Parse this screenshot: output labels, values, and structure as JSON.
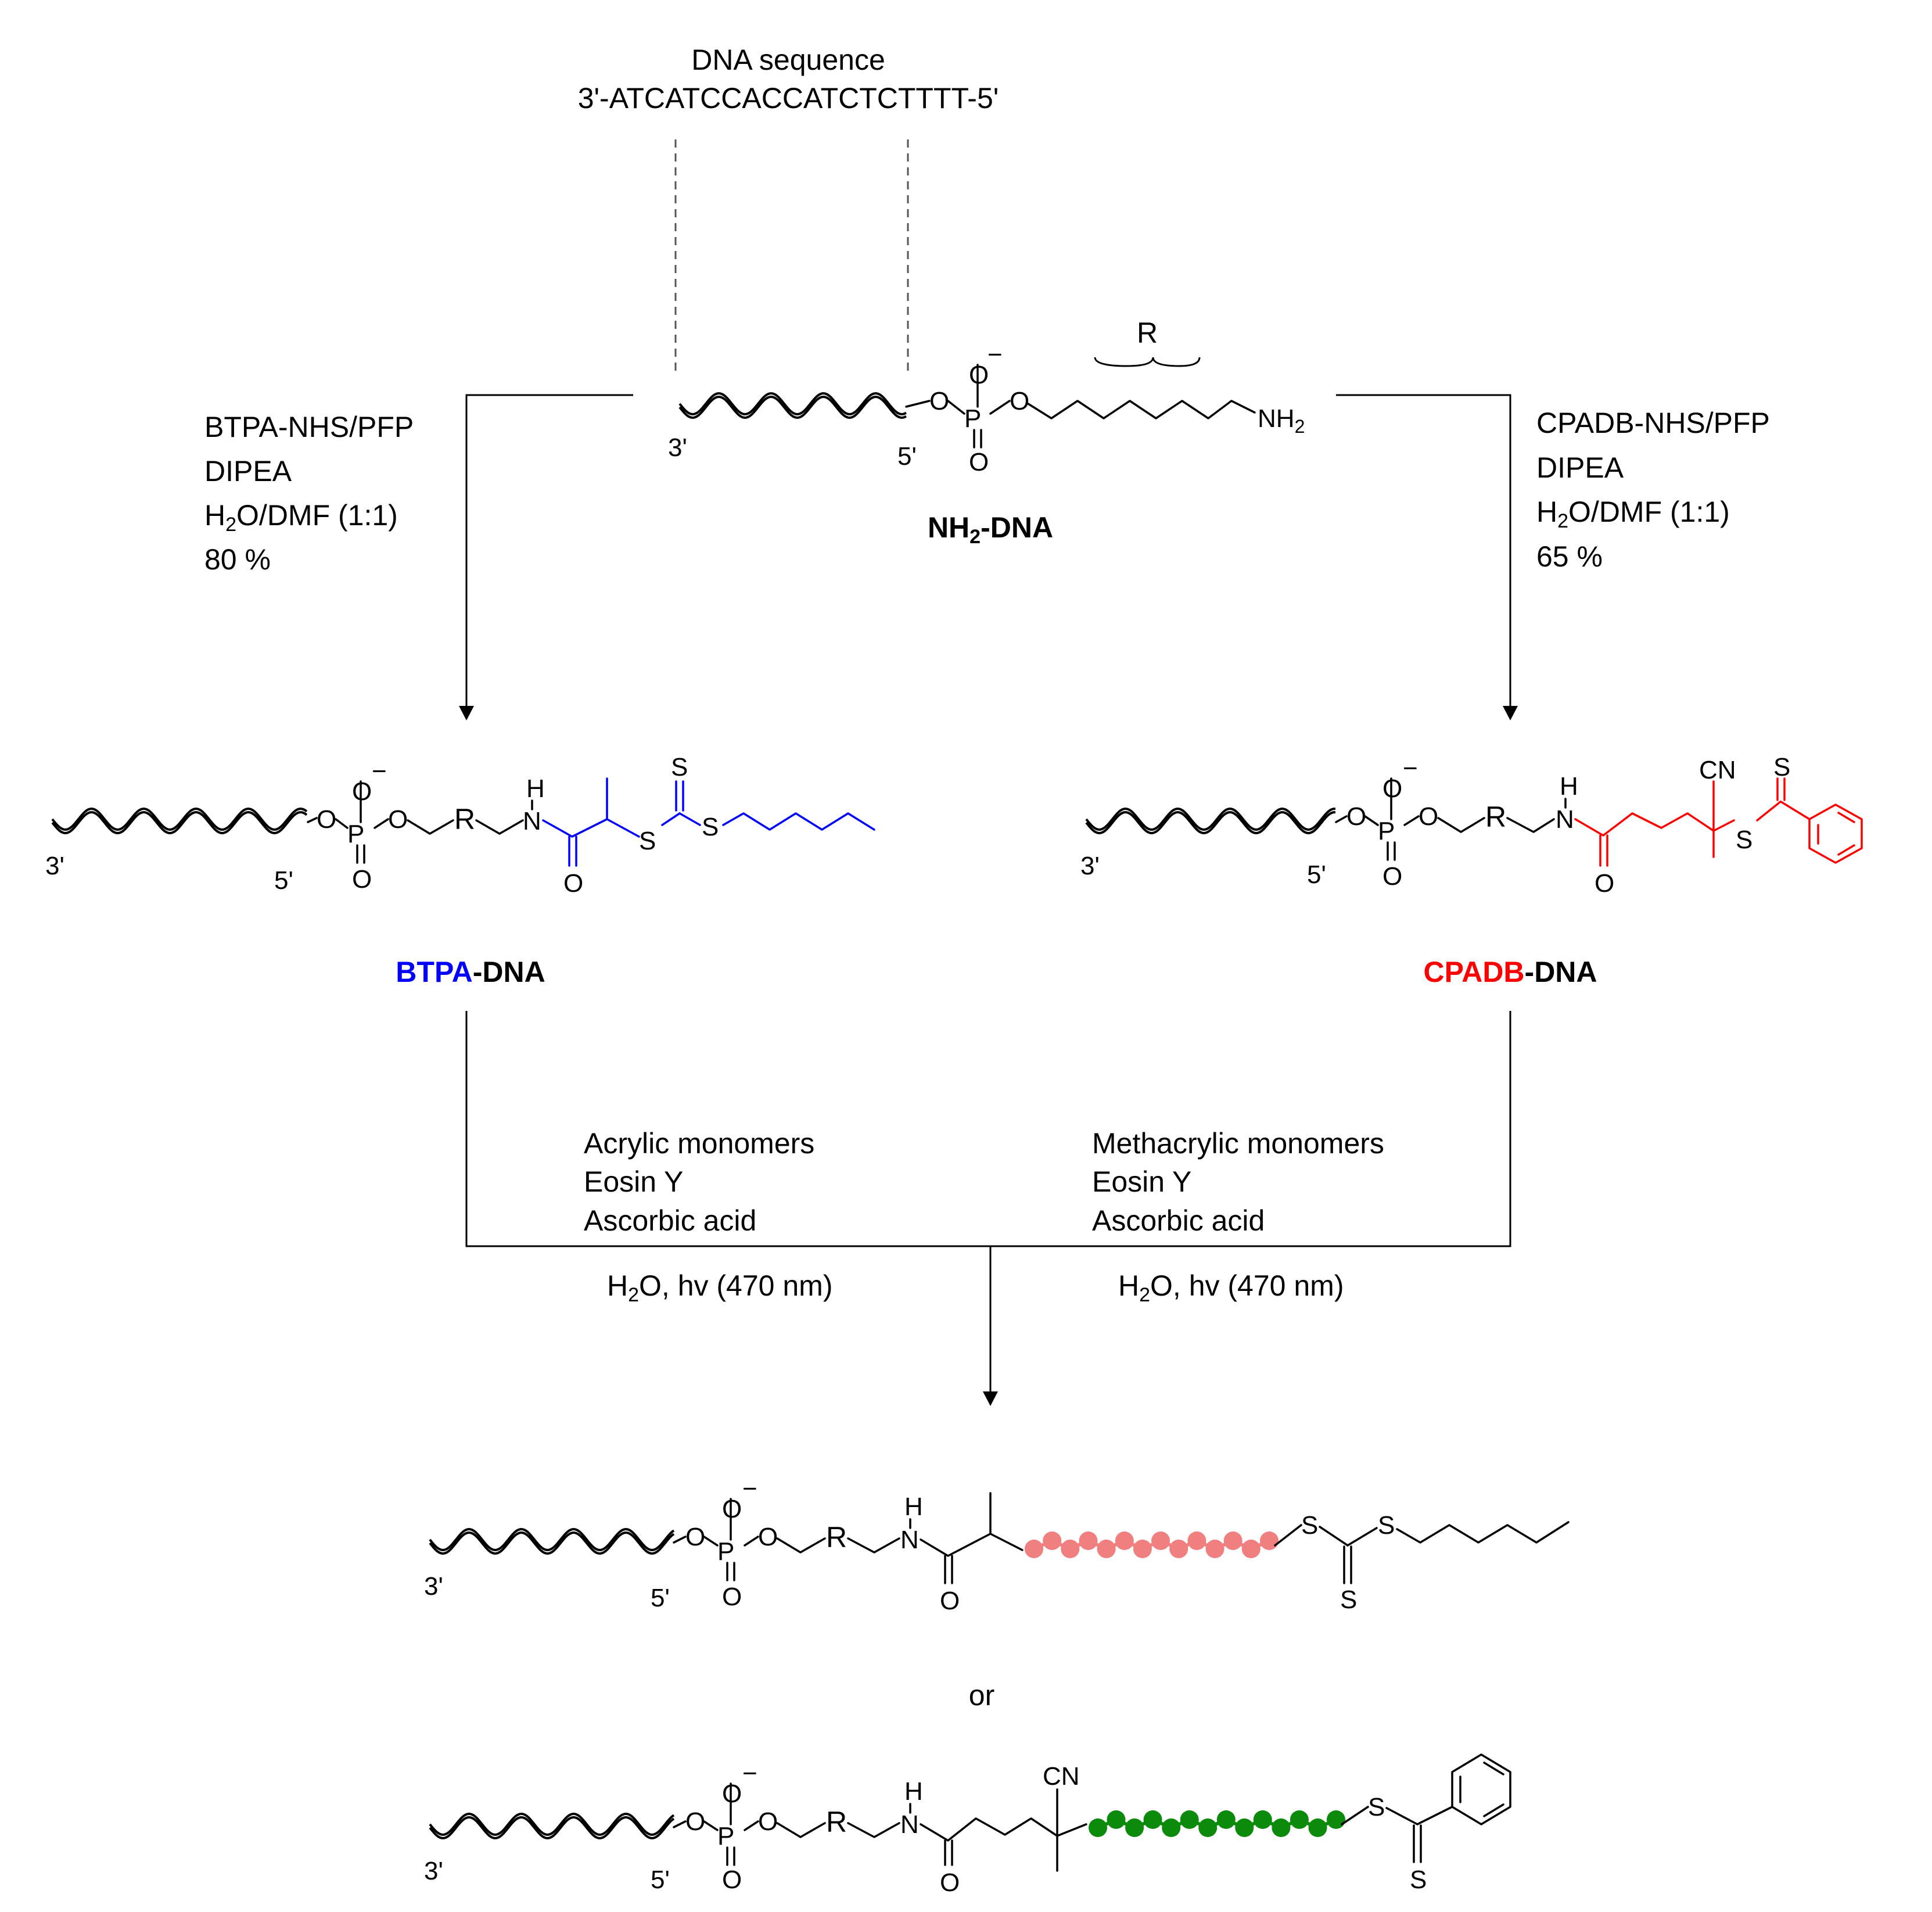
{
  "header": {
    "title": "DNA sequence",
    "sequence": "3'-ATCATCCACCATCTCTTTT-5'"
  },
  "atoms": {
    "three_prime": "3'",
    "five_prime": "5'",
    "O": "O",
    "P": "P",
    "minus": "−",
    "R": "R",
    "N": "N",
    "H": "H",
    "NH": "NH",
    "NH2_main": "NH",
    "NH2_sub": "2",
    "S": "S",
    "CN": "CN"
  },
  "labels": {
    "nh2dna_a": "NH",
    "nh2dna_sub": "2",
    "nh2dna_b": "-DNA",
    "btpa": "BTPA",
    "cpadb": "CPADB",
    "dna_suffix": "-DNA",
    "or": "or"
  },
  "conditions": {
    "left": {
      "line1": "BTPA-NHS/PFP",
      "line2": "DIPEA",
      "line3_h": "H",
      "line3_sub": "2",
      "line3_rest": "O/DMF (1:1)",
      "yield": "80 %"
    },
    "right": {
      "line1": "CPADB-NHS/PFP",
      "line2": "DIPEA",
      "line3_h": "H",
      "line3_sub": "2",
      "line3_rest": "O/DMF (1:1)",
      "yield": "65 %"
    },
    "poly_left": {
      "line1": "Acrylic monomers",
      "line2": "Eosin Y",
      "line3": "Ascorbic acid",
      "solvent_h": "H",
      "solvent_sub": "2",
      "solvent_rest": "O, hv (470 nm)"
    },
    "poly_right": {
      "line1": "Methacrylic monomers",
      "line2": "Eosin Y",
      "line3": "Ascorbic acid",
      "solvent_h": "H",
      "solvent_sub": "2",
      "solvent_rest": "O, hv (470 nm)"
    }
  },
  "colors": {
    "btpa": "#0000ff",
    "cpadb": "#ff0000",
    "acrylic_bead": "#f08080",
    "methacrylic_bead": "#0b8a0b",
    "ink": "#000000"
  }
}
